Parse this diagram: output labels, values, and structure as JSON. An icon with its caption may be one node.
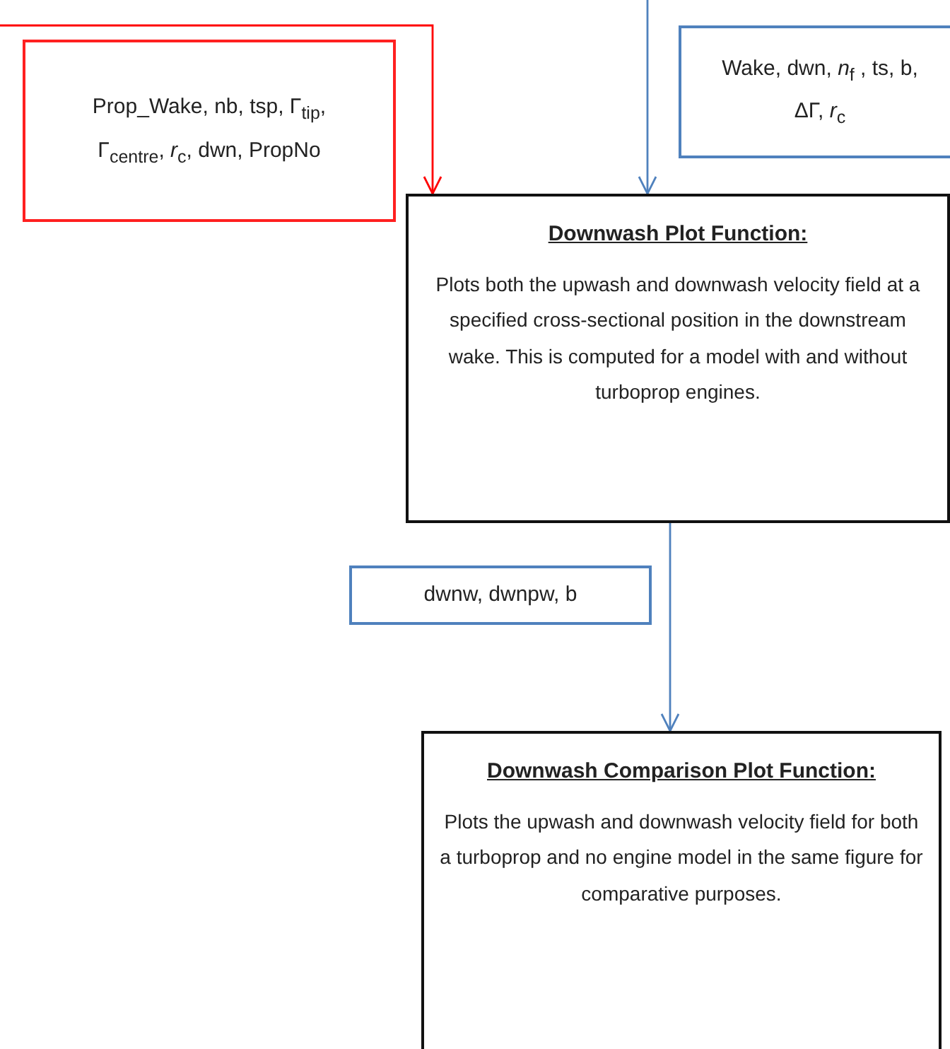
{
  "diagram": {
    "nodes": [
      {
        "text": [
          "Prop_Wake, nb, tsp, Γ$_{tip}$, Γ$_{centre}$, *r*$_{c}$, dwn, PropNo"
        ]
      },
      {
        "text": [
          "Wake, dwn, *n*$_{f}$ , ts, b, ΔΓ, *r*$_{c}$"
        ]
      },
      {
        "text": [
          "Downwash Plot Function:",
          "Plots both the upwash and downwash velocity field at a specified cross-sectional position in the downstream wake. This is computed for a model with and without turboprop engines."
        ]
      },
      {
        "text": [
          "dwnw, dwnpw, b"
        ]
      },
      {
        "text": [
          "Downwash Comparison Plot Function:",
          "Plots the upwash and downwash velocity field for both a turboprop and no engine model in the same figure for comparative purposes."
        ]
      }
    ],
    "edges": [
      {
        "from": null,
        "to": 2,
        "arrow": "to",
        "color": "#ff0000"
      },
      {
        "from": null,
        "to": 2,
        "arrow": "to"
      },
      {
        "from": 2,
        "to": 4,
        "arrow": "to"
      }
    ]
  }
}
